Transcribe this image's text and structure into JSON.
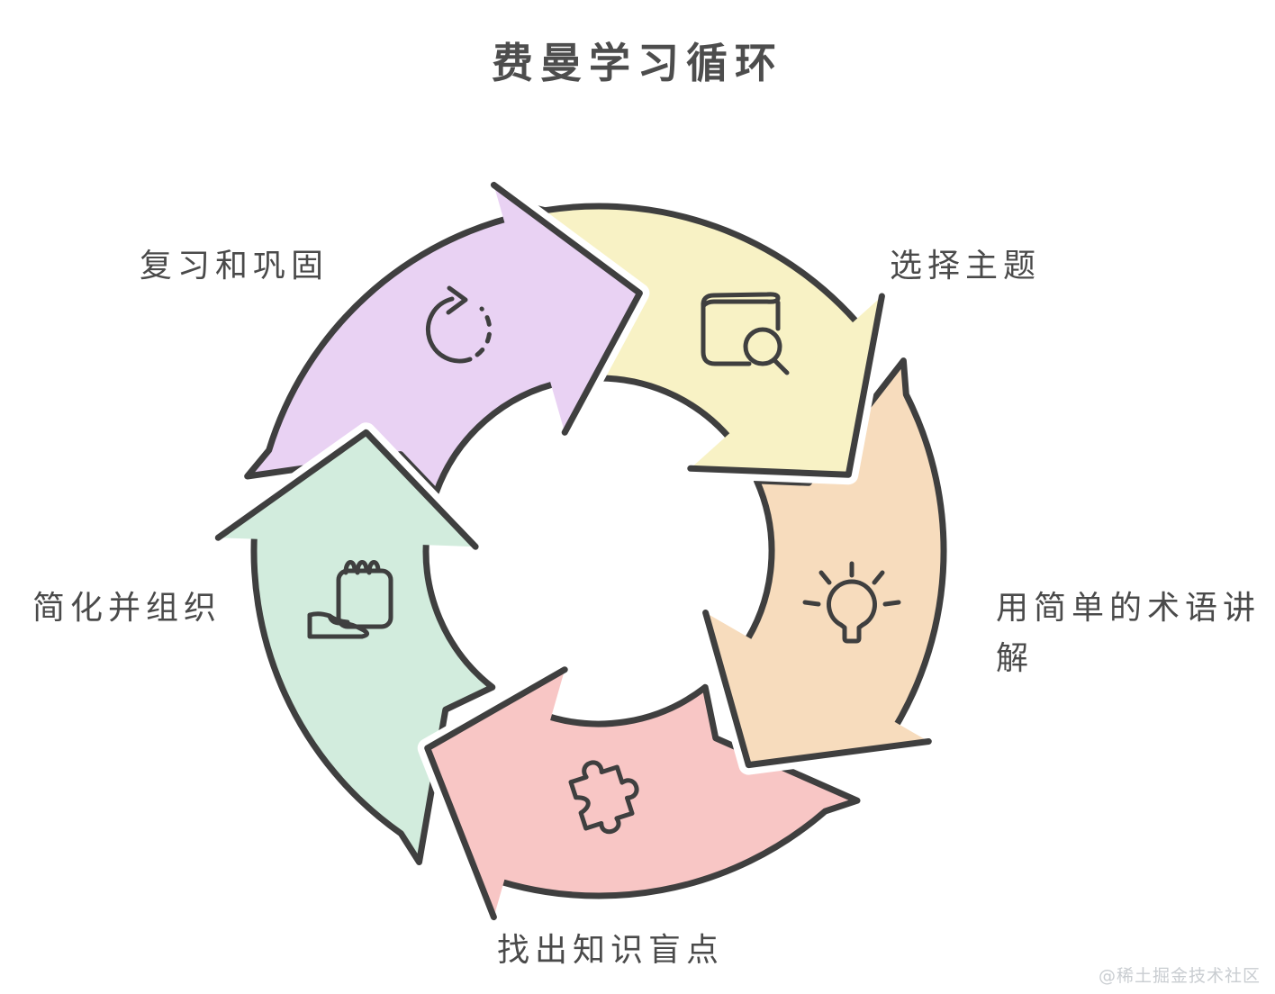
{
  "title": "费曼学习循环",
  "watermark": "@稀土掘金技术社区",
  "colors": {
    "outline": "#3f3f3f",
    "text": "#4a4a4a",
    "background": "#ffffff",
    "watermark_text": "#c9cdd1",
    "gap_white": "#ffffff"
  },
  "cycle": {
    "direction": "clockwise",
    "segments": [
      {
        "id": "choose-topic",
        "label": "选择主题",
        "color": "#F8F2C5",
        "icon": "book-search-icon",
        "mid_angle": 32
      },
      {
        "id": "explain-simple-terms",
        "label": "用简单的术语讲解",
        "color": "#F7DCBD",
        "icon": "lightbulb-icon",
        "mid_angle": 104
      },
      {
        "id": "find-knowledge-gaps",
        "label": "找出知识盲点",
        "color": "#F8C6C5",
        "icon": "puzzle-icon",
        "mid_angle": 180
      },
      {
        "id": "simplify-organize",
        "label": "简化并组织",
        "color": "#D2ECDD",
        "icon": "notepad-icon",
        "mid_angle": 256
      },
      {
        "id": "review-consolidate",
        "label": "复习和巩固",
        "color": "#E9D2F3",
        "icon": "refresh-icon",
        "mid_angle": 328
      }
    ]
  }
}
